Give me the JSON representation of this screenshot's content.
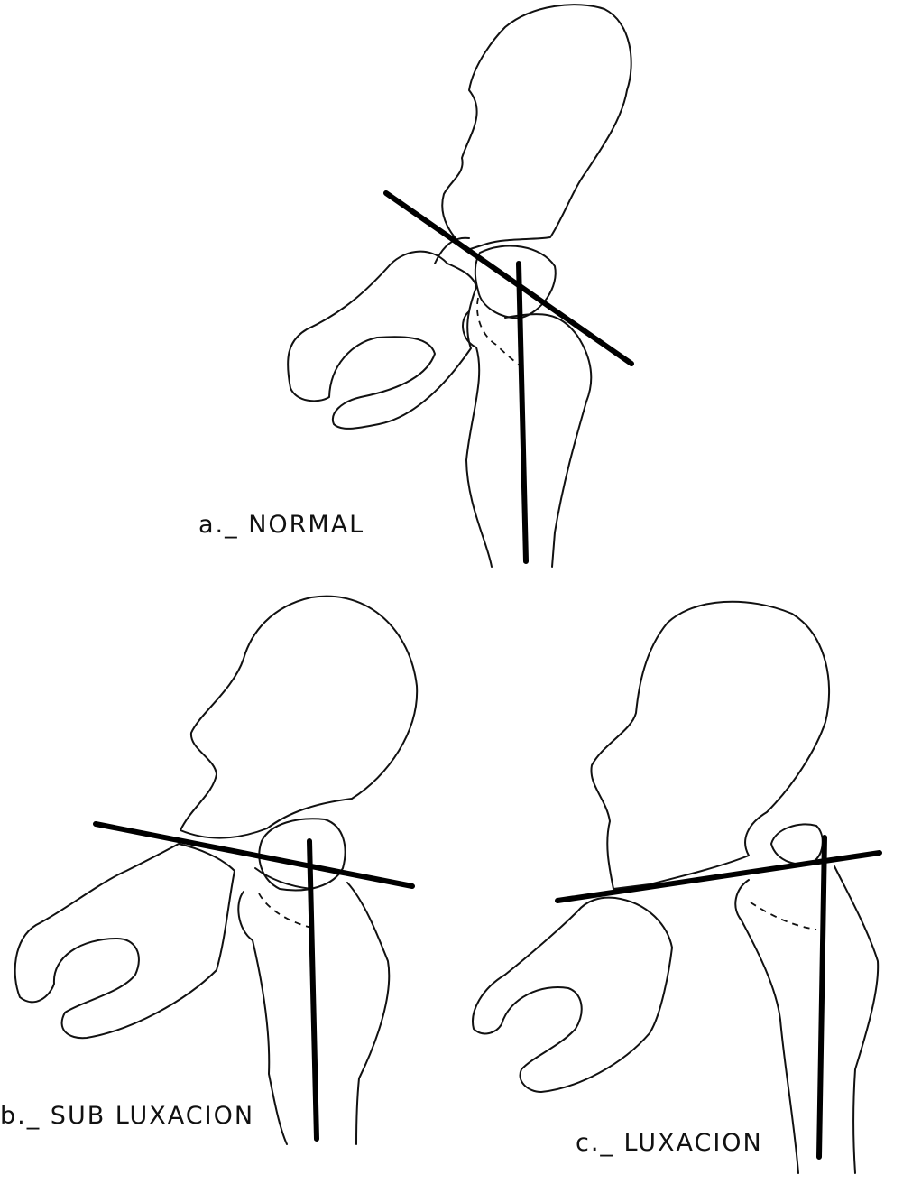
{
  "panels": {
    "a": {
      "caption": "a._ NORMAL"
    },
    "b": {
      "caption": "b._ SUB LUXACION"
    },
    "c": {
      "caption": "c._ LUXACION"
    }
  },
  "colors": {
    "ink": "#111111",
    "background": "#ffffff"
  }
}
